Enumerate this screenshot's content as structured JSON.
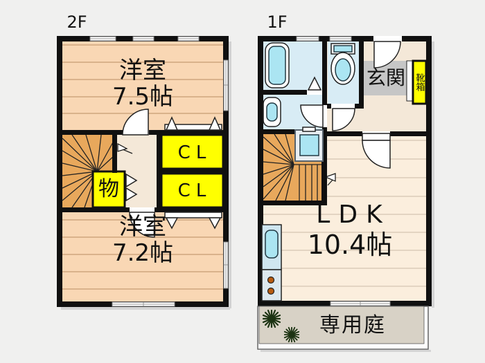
{
  "floor_2f": {
    "label": "2F",
    "room_top": {
      "name": "洋室",
      "size": "7.5帖"
    },
    "closet_top": "CL",
    "closet_bottom": "CL",
    "storage": "物",
    "room_bottom": {
      "name": "洋室",
      "size": "7.2帖"
    }
  },
  "floor_1f": {
    "label": "1F",
    "entrance": "玄関",
    "shoe_cabinet": "靴箱",
    "ldk": {
      "name": "LDK",
      "size": "10.4帖"
    },
    "garden": "専用庭"
  },
  "icons": [
    "bathtub-icon",
    "toilet-icon",
    "washbasin-icon",
    "washing-machine-pan-icon",
    "kitchen-sink-icon",
    "stove-icon",
    "plant-icon",
    "stairs-icon",
    "door-arc-icon",
    "window-icon",
    "bifold-door-icon",
    "pennant-marker-icon"
  ],
  "colors": {
    "wall": "#101010",
    "room_floor": "#f9d7b4",
    "hall_floor": "#f4e8d8",
    "ldk_floor": "#fbeedd",
    "stairs": "#e8a85c",
    "closet_yellow": "#ffff00",
    "entrance_gray": "#c6c6c6",
    "wet_area_blue": "#d8ecf5",
    "fixture_cyan": "#abe5f2",
    "garden": "#d8d2c6",
    "plant_green": "#1c3312",
    "background": "#f0f0ef"
  }
}
